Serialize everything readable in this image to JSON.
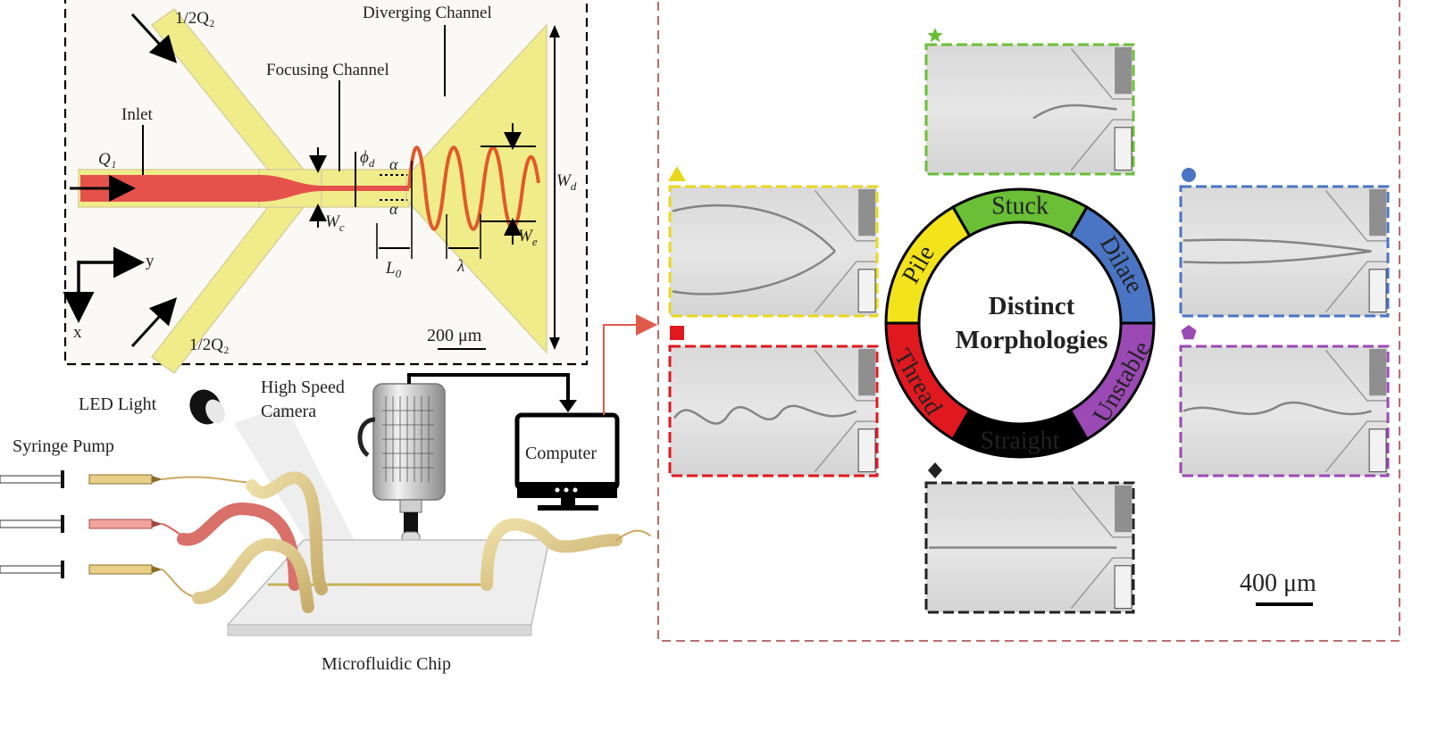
{
  "channel": {
    "q2_top": "1/2Q₂",
    "q2_bottom": "1/2Q₂",
    "q1": "Q₁",
    "inlet": "Inlet",
    "focusing": "Focusing Channel",
    "diverging": "Diverging Channel",
    "phi_d": "ϕ",
    "phi_sub": "d",
    "alpha": "α",
    "w_c": "W",
    "w_c_sub": "c",
    "w_d": "W",
    "w_d_sub": "d",
    "w_e": "W",
    "w_e_sub": "e",
    "l0": "L",
    "l0_sub": "0",
    "lambda": "λ",
    "axis_x": "x",
    "axis_y": "y",
    "scale": "200 μm"
  },
  "setup": {
    "led": "LED Light",
    "camera_line1": "High Speed",
    "camera_line2": "Camera",
    "pump": "Syringe Pump",
    "computer": "Computer",
    "chip": "Microfluidic Chip"
  },
  "morph": {
    "center_line1": "Distinct",
    "center_line2": "Morphologies",
    "scale": "400 μm",
    "segments": [
      {
        "label": "Stuck",
        "color": "#6abf36"
      },
      {
        "label": "Dilate",
        "color": "#4a74c4"
      },
      {
        "label": "Unstable",
        "color": "#9b49b4"
      },
      {
        "label": "Straight",
        "color": "#000000"
      },
      {
        "label": "Thread",
        "color": "#e0191f"
      },
      {
        "label": "Pile",
        "color": "#f2e31a"
      }
    ],
    "frame_colors": {
      "stuck": "#6abf36",
      "dilate": "#4a74c4",
      "unstable": "#9b49b4",
      "straight": "#222222",
      "thread": "#e0191f",
      "pile": "#e8d81c"
    },
    "markers": {
      "stuck": "star",
      "dilate": "circle",
      "unstable": "pentagon",
      "straight": "diamond",
      "thread": "square",
      "pile": "triangle"
    }
  }
}
